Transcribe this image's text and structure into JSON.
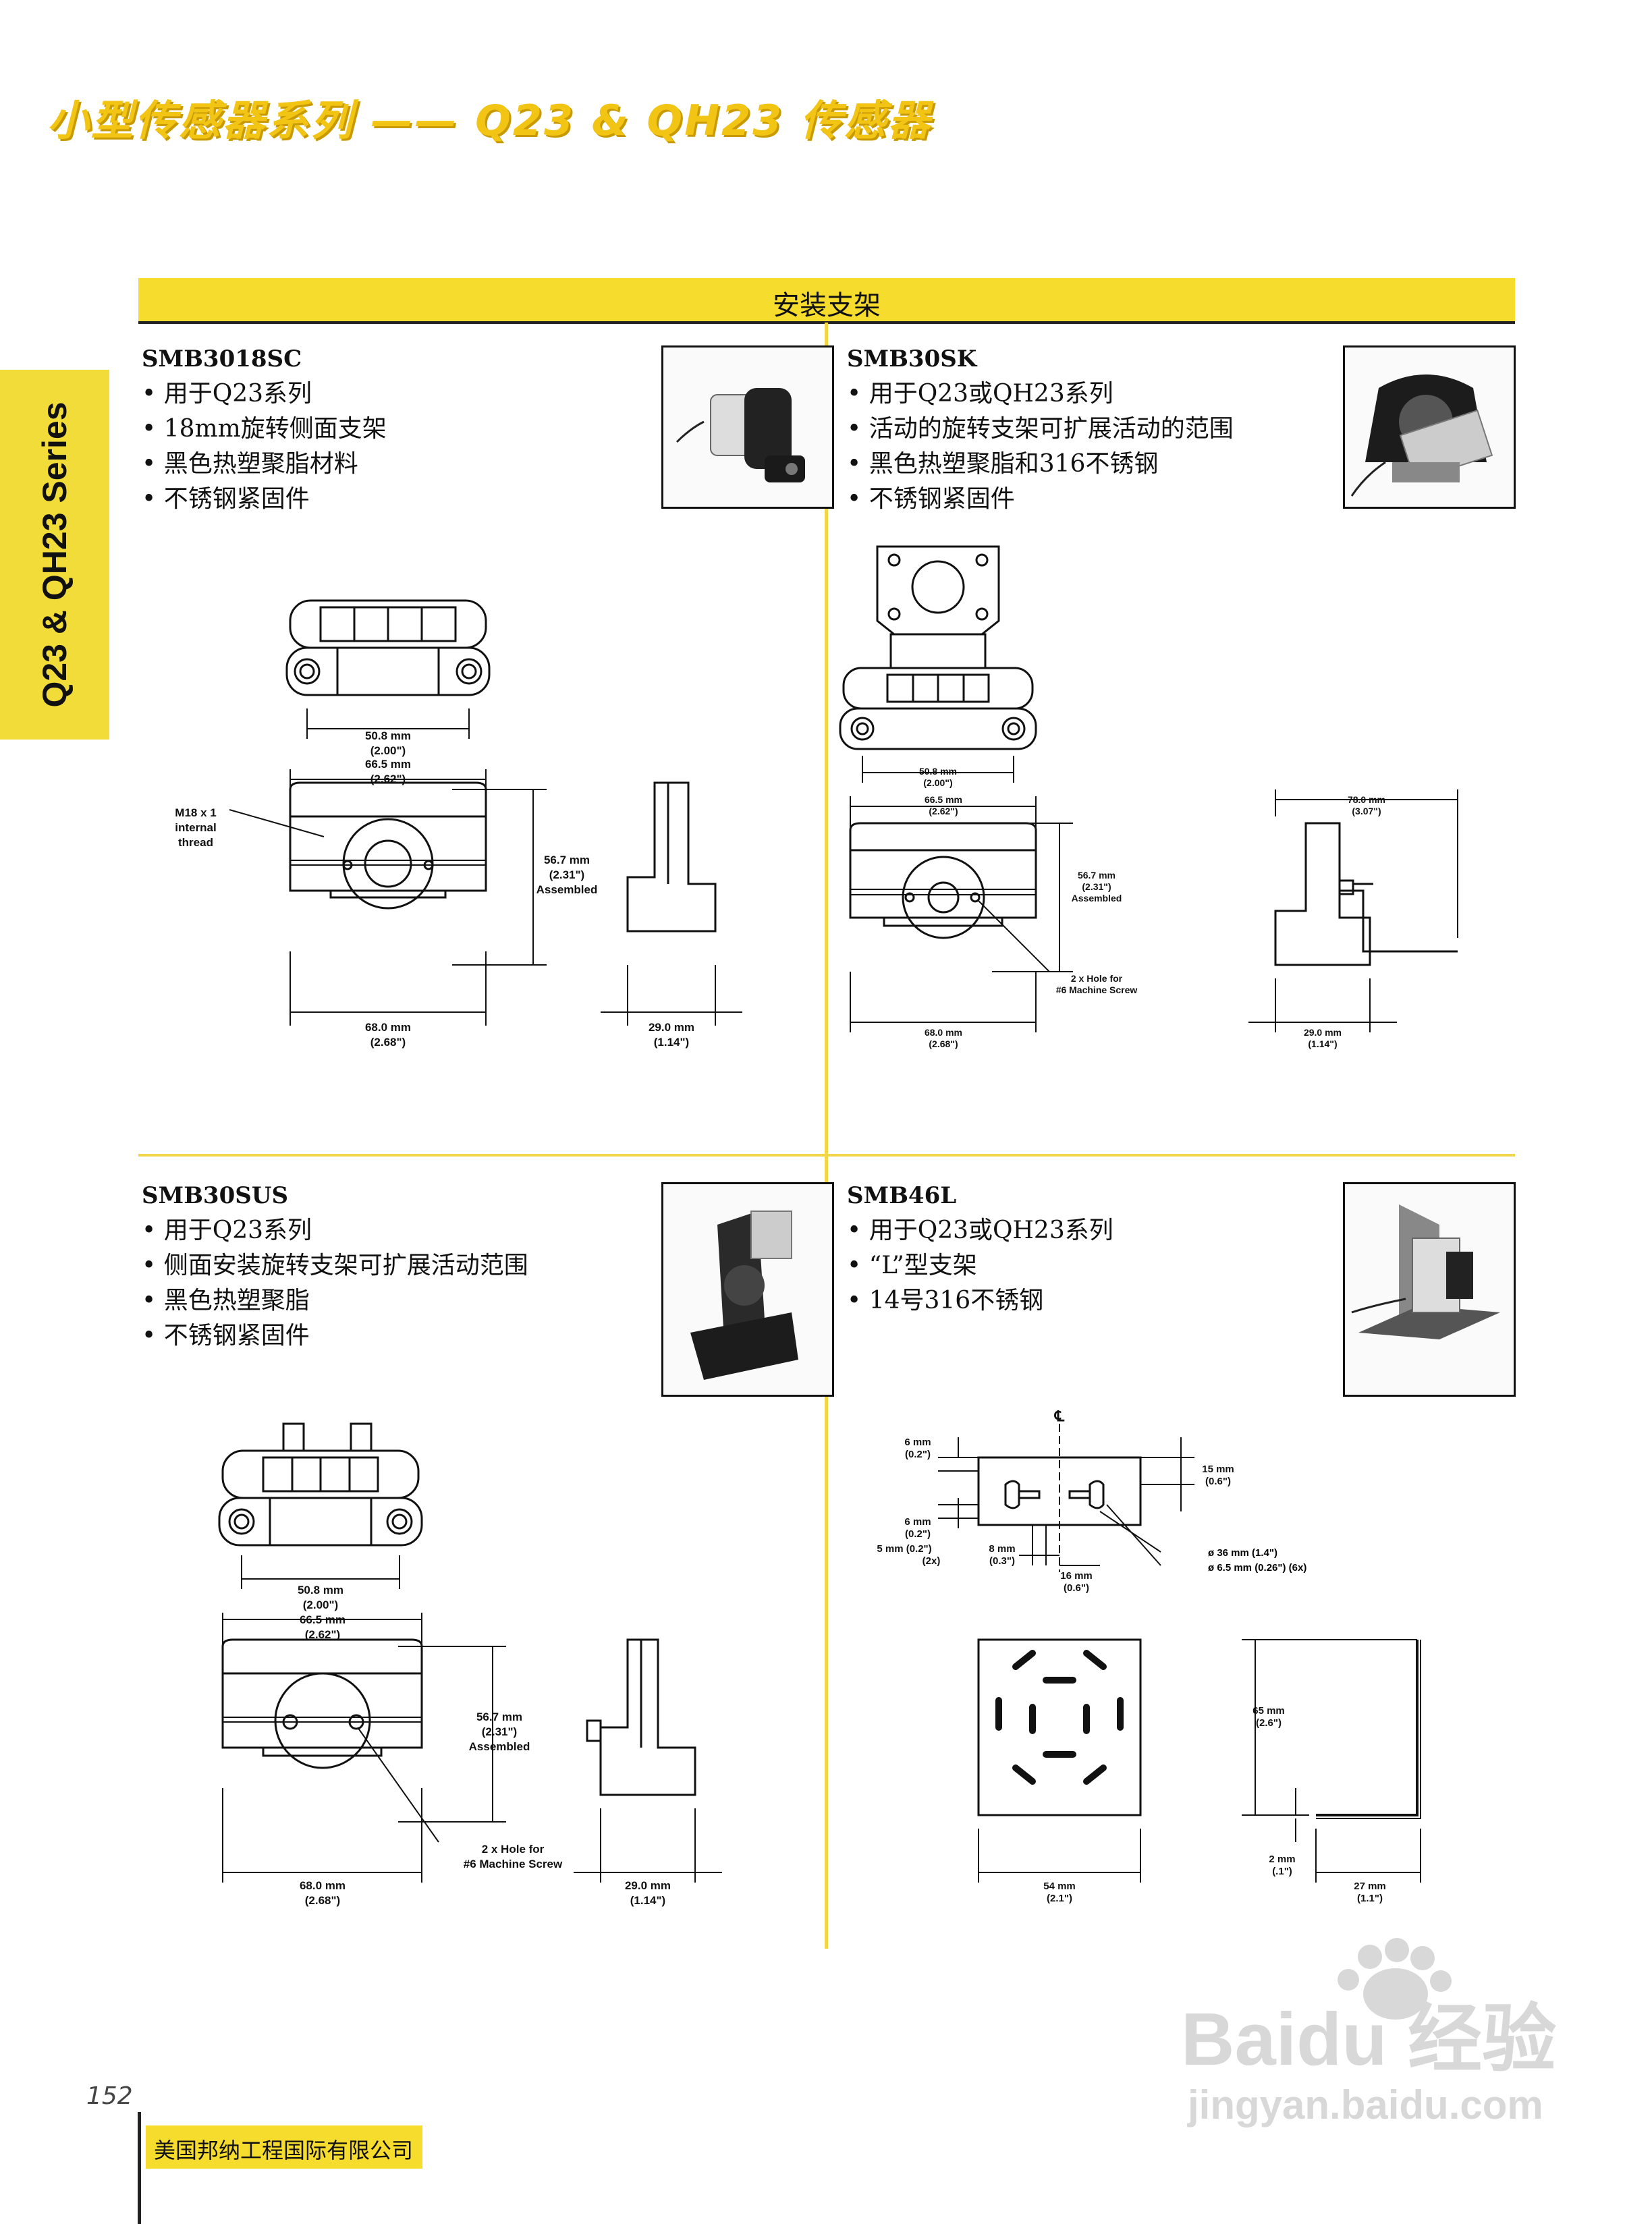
{
  "page_title": "小型传感器系列 —— Q23 & QH23 传感器",
  "side_tab": "Q23 & QH23 Series",
  "section_banner": "安装支架",
  "products": [
    {
      "name": "SMB3018SC",
      "bullets": [
        "用于Q23系列",
        "18mm旋转侧面支架",
        "黑色热塑聚脂材料",
        "不锈钢紧固件"
      ],
      "dims": {
        "hole_spacing": "50.8 mm",
        "hole_spacing_in": "(2.00\")",
        "width": "66.5 mm",
        "width_in": "(2.62\")",
        "thread_1": "M18 x 1",
        "thread_2": "internal",
        "thread_3": "thread",
        "height": "56.7 mm",
        "height_in": "(2.31\")",
        "height_note": "Assembled",
        "base": "68.0 mm",
        "base_in": "(2.68\")",
        "depth": "29.0 mm",
        "depth_in": "(1.14\")"
      }
    },
    {
      "name": "SMB30SK",
      "bullets": [
        "用于Q23或QH23系列",
        "活动的旋转支架可扩展活动的范围",
        "黑色热塑聚脂和316不锈钢",
        "不锈钢紧固件"
      ],
      "dims": {
        "hole_spacing": "50.8 mm",
        "hole_spacing_in": "(2.00\")",
        "width": "66.5 mm",
        "width_in": "(2.62\")",
        "height": "56.7 mm",
        "height_in": "(2.31\")",
        "height_note": "Assembled",
        "hole_1": "2 x Hole for",
        "hole_2": "#6 Machine Screw",
        "base": "68.0 mm",
        "base_in": "(2.68\")",
        "overall": "78.0 mm",
        "overall_in": "(3.07\")",
        "depth": "29.0 mm",
        "depth_in": "(1.14\")"
      }
    },
    {
      "name": "SMB30SUS",
      "bullets": [
        "用于Q23系列",
        "侧面安装旋转支架可扩展活动范围",
        "黑色热塑聚脂",
        "不锈钢紧固件"
      ],
      "dims": {
        "hole_spacing": "50.8 mm",
        "hole_spacing_in": "(2.00\")",
        "width": "66.5 mm",
        "width_in": "(2.62\")",
        "height": "56.7 mm",
        "height_in": "(2.31\")",
        "height_note": "Assembled",
        "hole_1": "2 x Hole for",
        "hole_2": "#6 Machine Screw",
        "base": "68.0 mm",
        "base_in": "(2.68\")",
        "depth": "29.0 mm",
        "depth_in": "(1.14\")"
      }
    },
    {
      "name": "SMB46L",
      "bullets": [
        "用于Q23或QH23系列",
        "“L”型支架",
        "14号316不锈钢"
      ],
      "dims": {
        "centerline": "℄",
        "d6a": "6 mm",
        "d6a_in": "(0.2\")",
        "d15": "15 mm",
        "d15_in": "(0.6\")",
        "d6b": "6 mm",
        "d6b_in": "(0.2\")",
        "d5": "5 mm (0.2\")",
        "d5_x": "(2x)",
        "d8": "8 mm",
        "d8_in": "(0.3\")",
        "d16": "16 mm",
        "d16_in": "(0.6\")",
        "d36": "ø 36 mm (1.4\")",
        "d65h": "ø 6.5 mm (0.26\") (6x)",
        "d65": "65 mm",
        "d65_in": "(2.6\")",
        "d54": "54 mm",
        "d54_in": "(2.1\")",
        "d2": "2 mm",
        "d2_in": "(.1\")",
        "d27": "27 mm",
        "d27_in": "(1.1\")"
      }
    }
  ],
  "page_number": "152",
  "company": "美国邦纳工程国际有限公司",
  "watermark": {
    "brand": "Baidu 经验",
    "url": "jingyan.baidu.com"
  }
}
